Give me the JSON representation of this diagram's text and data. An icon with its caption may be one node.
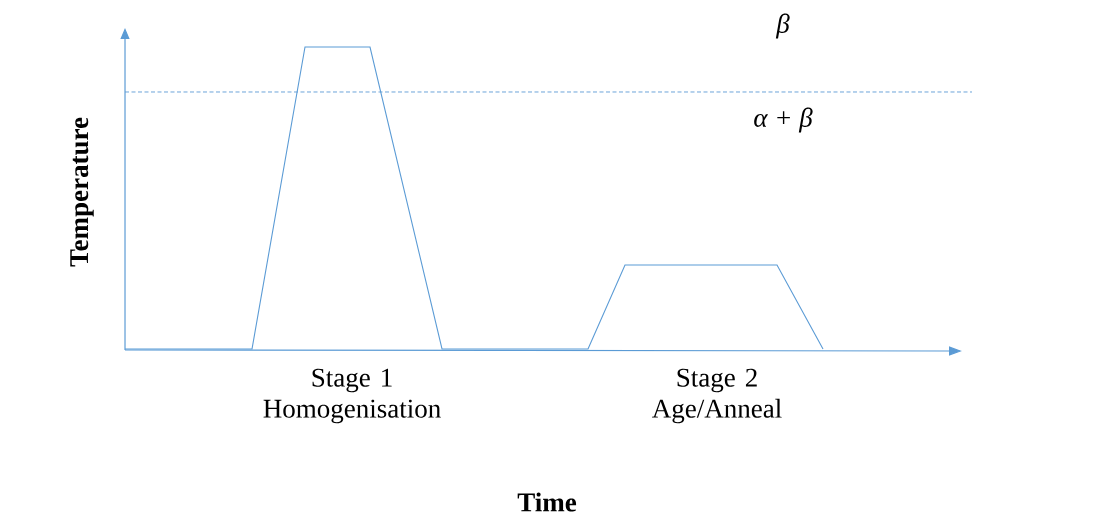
{
  "diagram": {
    "labels": [
      "β",
      "α + β",
      "Temperature",
      "Stage 1 Homogenisation",
      "Stage 2 Age/Anneal",
      "Time"
    ]
  }
}
